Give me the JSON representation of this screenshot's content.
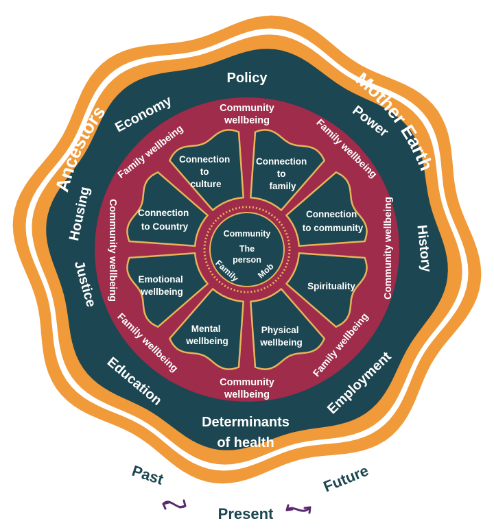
{
  "colors": {
    "outer_band": "#f19a3a",
    "teal": "#1c4651",
    "maroon": "#9e2c4a",
    "segment_outline": "#e8b45a",
    "arrow": "#5b2a6e"
  },
  "outer_ring": {
    "left": "Ancestors",
    "right": "Mother Earth"
  },
  "determinants": {
    "top": "Policy",
    "economy": "Economy",
    "power": "Power",
    "housing": "Housing",
    "history": "History",
    "justice": "Justice",
    "education": "Education",
    "employment": "Employment",
    "bottom_line1": "Determinants",
    "bottom_line2": "of health"
  },
  "wellbeing_ring": {
    "community_top_1": "Community",
    "community_top_2": "wellbeing",
    "community_bottom_1": "Community",
    "community_bottom_2": "wellbeing",
    "community_left": "Community wellbeing",
    "community_right": "Community wellbeing",
    "family_tl": "Family wellbeing",
    "family_tr": "Family wellbeing",
    "family_bl": "Family wellbeing",
    "family_br": "Family wellbeing"
  },
  "segments": {
    "culture": [
      "Connection",
      "to",
      "culture"
    ],
    "family": [
      "Connection",
      "to",
      "family"
    ],
    "country": [
      "Connection",
      "to Country"
    ],
    "community": [
      "Connection",
      "to community"
    ],
    "emotional": [
      "Emotional",
      "wellbeing"
    ],
    "spirituality": [
      "Spirituality"
    ],
    "mental": [
      "Mental",
      "wellbeing"
    ],
    "physical": [
      "Physical",
      "wellbeing"
    ]
  },
  "core": {
    "community": "Community",
    "person_1": "The",
    "person_2": "person",
    "family": "Family",
    "mob": "Mob"
  },
  "timeline": {
    "past": "Past",
    "present": "Present",
    "future": "Future"
  }
}
